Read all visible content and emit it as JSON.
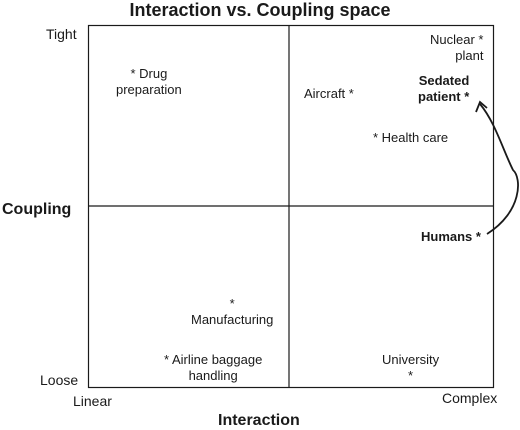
{
  "title": "Interaction vs. Coupling space",
  "axes": {
    "y_title": "Coupling",
    "y_top": "Tight",
    "y_bottom": "Loose",
    "x_title": "Interaction",
    "x_left": "Linear",
    "x_right": "Complex"
  },
  "points": {
    "nuclear_plant": [
      "Nuclear *",
      "plant"
    ],
    "sedated_patient": [
      "Sedated",
      "patient *"
    ],
    "aircraft": "Aircraft *",
    "health_care": "* Health care",
    "drug_preparation": [
      "* Drug",
      "preparation"
    ],
    "humans": "Humans *",
    "manufacturing": [
      "*",
      "Manufacturing"
    ],
    "airline_baggage": [
      "* Airline baggage",
      "handling"
    ],
    "university": [
      "University",
      "*"
    ]
  },
  "colors": {
    "lines": "#1a1a1a",
    "text": "#1a1a1a"
  }
}
